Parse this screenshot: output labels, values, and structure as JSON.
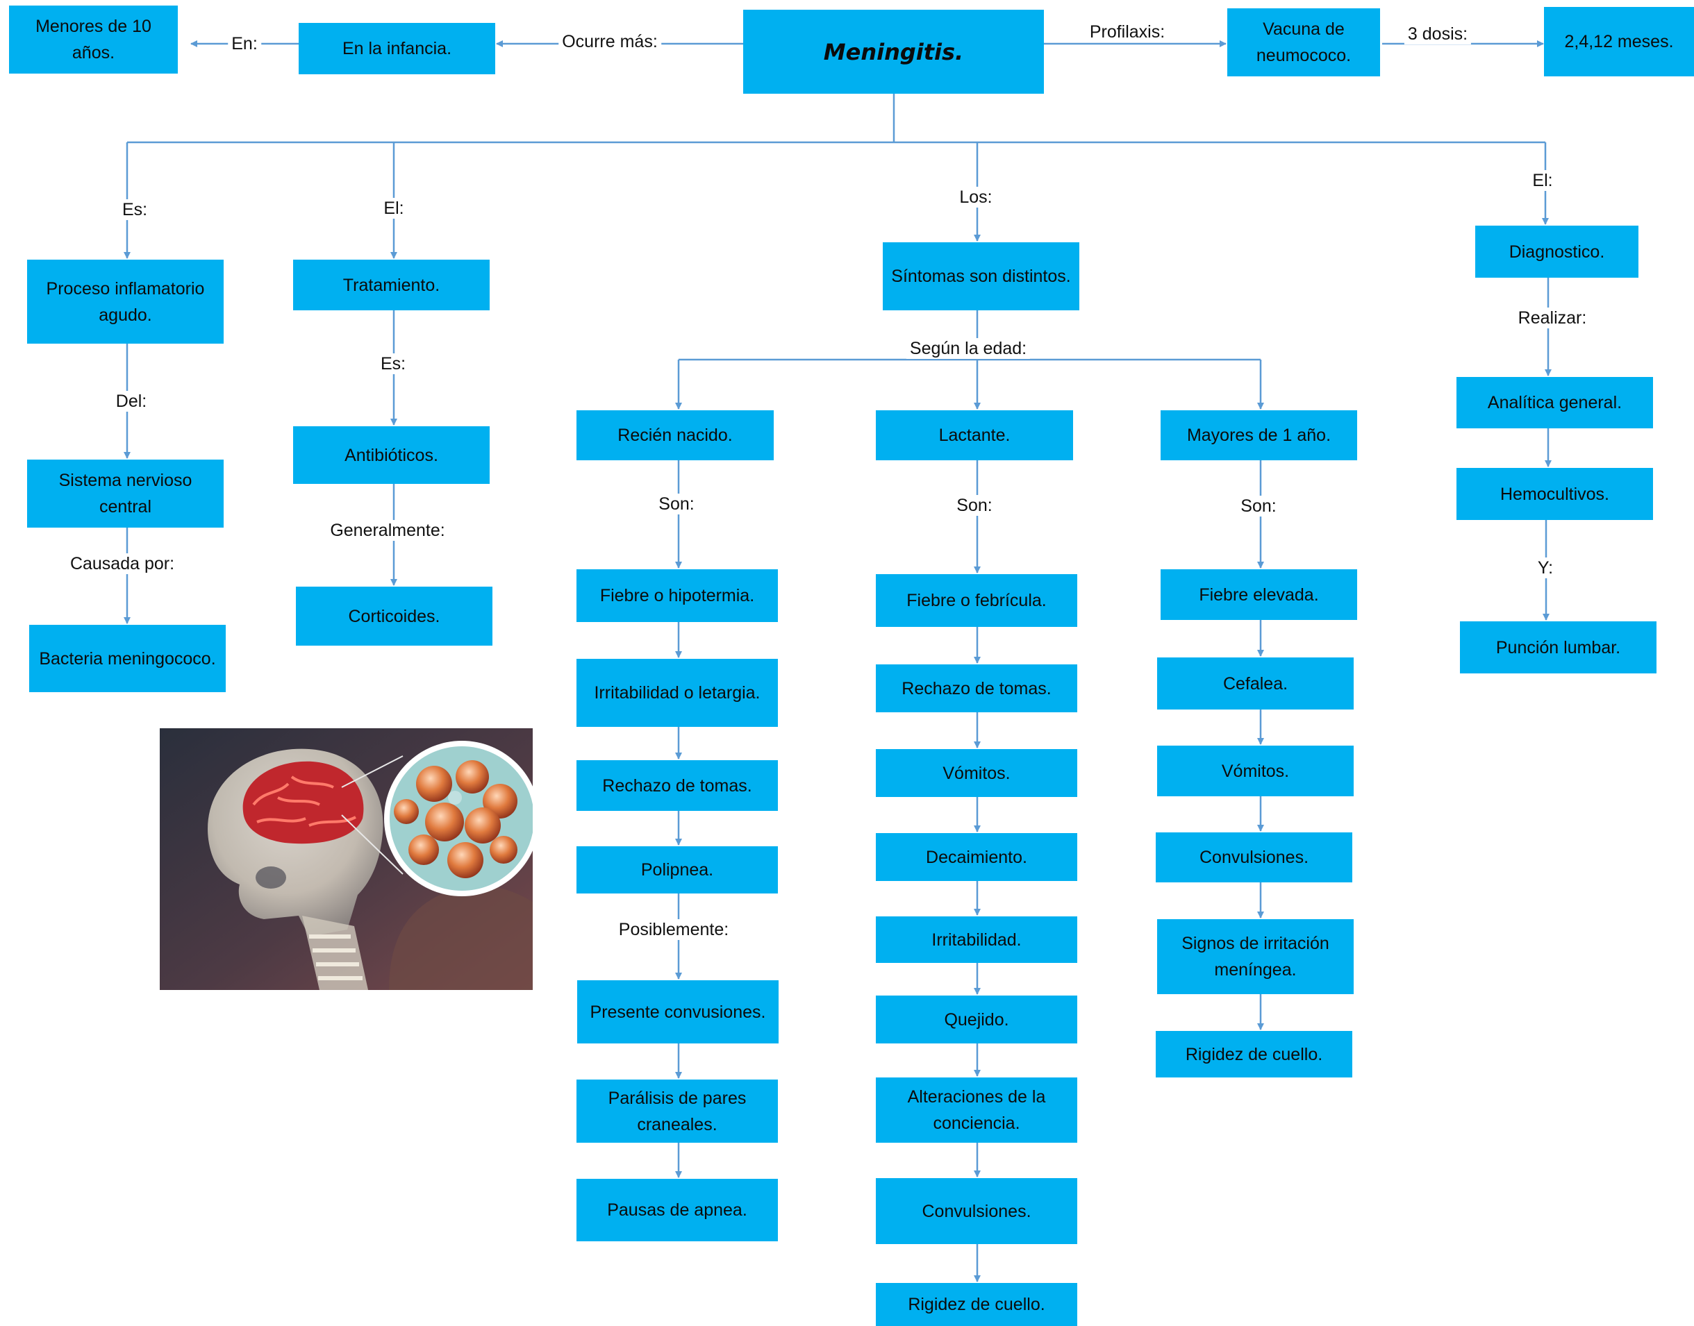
{
  "title": "Meningitis.",
  "nodes": {
    "menores": "Menores de 10 años.",
    "infancia": "En la infancia.",
    "vacuna": "Vacuna de neumococo.",
    "meses": "2,4,12 meses.",
    "proceso": "Proceso inflamatorio agudo.",
    "snc": "Sistema nervioso central",
    "bacteria": "Bacteria meningococo.",
    "tratamiento": "Tratamiento.",
    "antibioticos": "Antibióticos.",
    "corticoides": "Corticoides.",
    "sintomas": "Síntomas son distintos.",
    "recien": "Recién nacido.",
    "lactante": "Lactante.",
    "mayores": "Mayores de 1 año.",
    "diagnostico": "Diagnostico.",
    "analitica": "Analítica general.",
    "hemocultivos": "Hemocultivos.",
    "puncion": "Punción lumbar."
  },
  "recien_nacido_items": [
    "Fiebre o hipotermia.",
    "Irritabilidad o letargia.",
    "Rechazo de tomas.",
    "Polipnea.",
    "Presente convusiones.",
    "Parálisis de pares craneales.",
    "Pausas de apnea."
  ],
  "lactante_items": [
    "Fiebre o febrícula.",
    "Rechazo de tomas.",
    "Vómitos.",
    "Decaimiento.",
    "Irritabilidad.",
    "Quejido.",
    "Alteraciones de la conciencia.",
    "Convulsiones.",
    "Rigidez de cuello."
  ],
  "mayores_items": [
    "Fiebre elevada.",
    "Cefalea.",
    "Vómitos.",
    "Convulsiones.",
    "Signos de irritación meníngea.",
    "Rigidez de cuello."
  ],
  "labels": {
    "en": "En:",
    "ocurre": "Ocurre más:",
    "profilaxis": "Profilaxis:",
    "dosis": "3 dosis:",
    "es1": "Es:",
    "el1": "El:",
    "los": "Los:",
    "el2": "El:",
    "del": "Del:",
    "causada": "Causada por:",
    "es2": "Es:",
    "generalmente": "Generalmente:",
    "segun": "Según la edad:",
    "son1": "Son:",
    "son2": "Son:",
    "son3": "Son:",
    "posiblemente": "Posiblemente:",
    "realizar": "Realizar:",
    "y": "Y:"
  },
  "colors": {
    "box": "#00b0f0",
    "line": "#5b9bd5"
  }
}
